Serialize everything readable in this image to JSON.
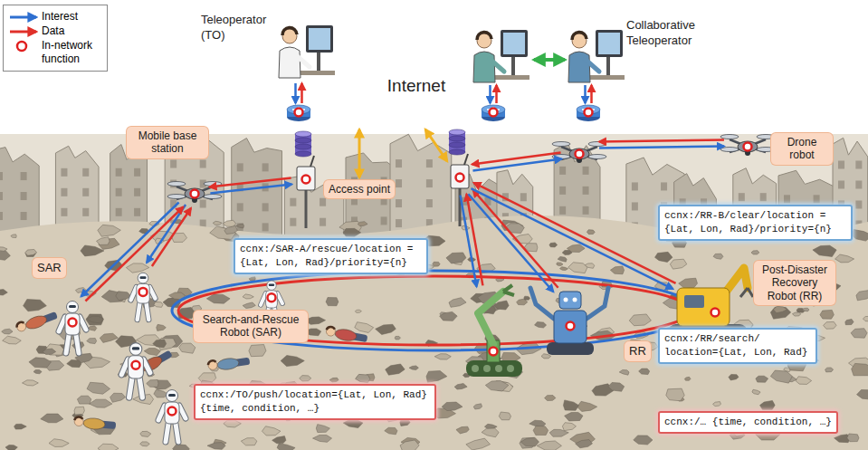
{
  "diagram": {
    "nodes": [
      {
        "text": [
          "Internet"
        ]
      },
      {
        "text": [
          "Mobile base station"
        ]
      },
      {
        "text": [
          "Access point"
        ]
      },
      {
        "text": [
          "Drone robot"
        ]
      },
      {
        "text": [
          "ccnx:/SAR-A/rescue/location ={Lat, Lon, Rad}/priority={n}"
        ]
      },
      {
        "text": [
          "ccnx:/RR-B/clear/location ={Lat, Lon, Rad}/priority={n}"
        ]
      },
      {
        "text": [
          "SAR"
        ]
      },
      {
        "text": [
          "Post-Disaster Recovery Robot (RR)"
        ]
      },
      {
        "text": [
          "Search-and-Rescue Robot (SAR)"
        ]
      },
      {
        "text": [
          "RR"
        ]
      },
      {
        "text": [
          "ccnx:/RR/search/ location={Lat, Lon, Rad}"
        ]
      },
      {
        "text": [
          "ccnx:/TO/push/location={Lat, Lon, Rad} {time, condition, …}"
        ]
      },
      {
        "text": [
          "ccnx:/… {time, condition, …}"
        ]
      }
    ],
    "edges": [
      {
        "from": 0,
        "to": 2,
        "arrow": "both"
      }
    ],
    "labels": [
      "Teleoperator (TO)",
      "Collaborative Teleoperator"
    ],
    "legend": [
      {
        "text": "Interest"
      },
      {
        "text": "Data"
      },
      {
        "text": "In-network function"
      }
    ]
  }
}
